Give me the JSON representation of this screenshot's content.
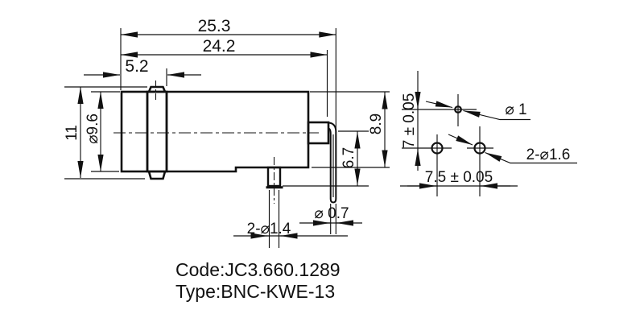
{
  "page": {
    "background": "#ffffff",
    "line_color": "#111111"
  },
  "dims": {
    "overall_length": "25.3",
    "shell_length": "24.2",
    "front_section": "5.2",
    "nut_height": "11",
    "body_diameter": "⌀9.6",
    "rear_height": "8.9",
    "pin_drop": "6.7",
    "pin_diameter": "⌀ 0.7",
    "mount_legs": "2-⌀1.4",
    "pcb_hole_pin": "⌀ 1",
    "pcb_holes_legs": "2-⌀1.6",
    "hole_row_spacing": "7 ± 0.05",
    "hole_col_spacing": "7.5 ± 0.05"
  },
  "footer": {
    "code": "Code:JC3.660.1289",
    "type": "Type:BNC-KWE-13"
  }
}
